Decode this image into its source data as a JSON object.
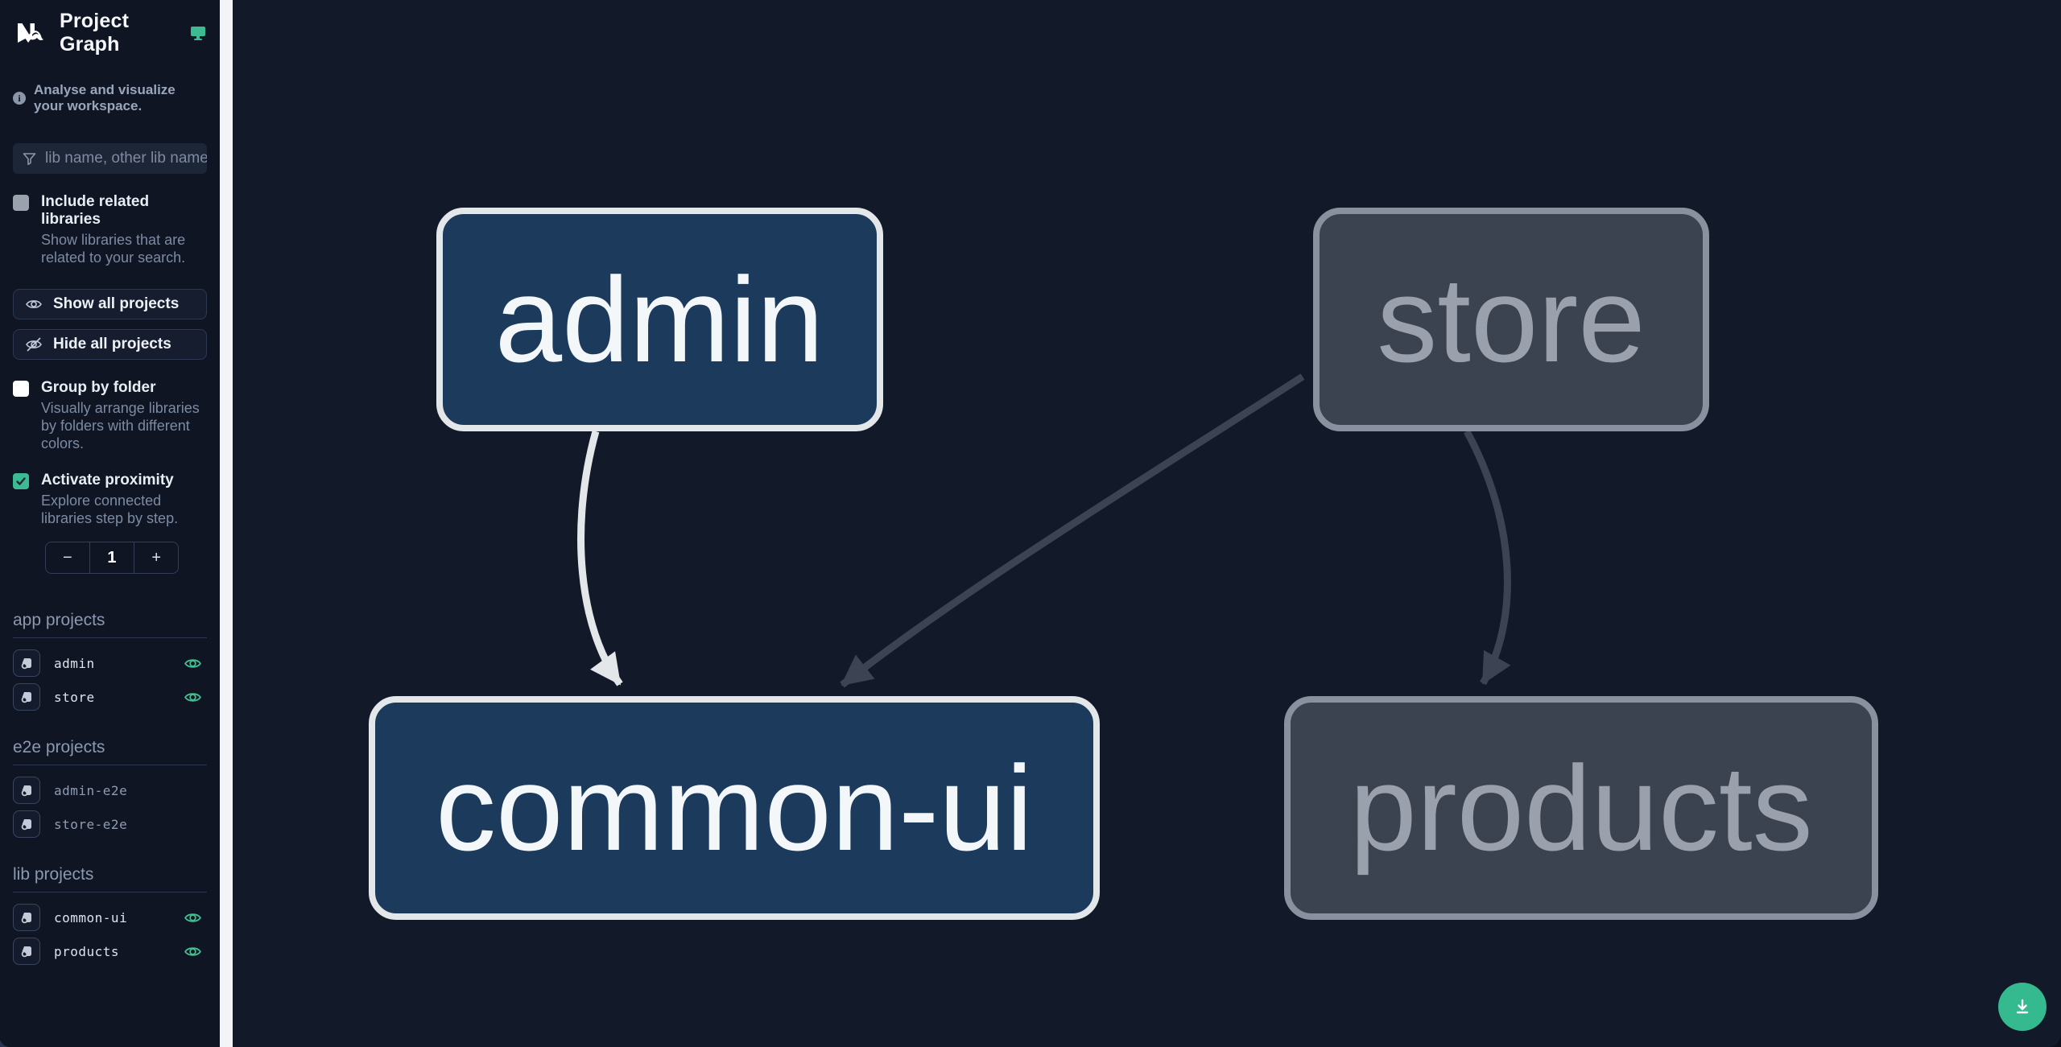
{
  "header": {
    "title": "Project Graph"
  },
  "sidebar": {
    "tagline": "Analyse and visualize your workspace.",
    "search": {
      "placeholder": "lib name, other lib name"
    },
    "options": [
      {
        "label": "Include related libraries",
        "description": "Show libraries that are related to your search.",
        "checked": false
      },
      {
        "label": "Group by folder",
        "description": "Visually arrange libraries by folders with different colors.",
        "checked": false
      },
      {
        "label": "Activate proximity",
        "description": "Explore connected libraries step by step.",
        "checked": true
      }
    ],
    "buttons": {
      "show_all": "Show all projects",
      "hide_all": "Hide all projects"
    },
    "stepper": {
      "decrement": "−",
      "value": "1",
      "increment": "+"
    },
    "sections": [
      {
        "title": "app projects",
        "items": [
          {
            "name": "admin",
            "visible": true
          },
          {
            "name": "store",
            "visible": true
          }
        ]
      },
      {
        "title": "e2e projects",
        "items": [
          {
            "name": "admin-e2e",
            "visible": false
          },
          {
            "name": "store-e2e",
            "visible": false
          }
        ]
      },
      {
        "title": "lib projects",
        "items": [
          {
            "name": "common-ui",
            "visible": true
          },
          {
            "name": "products",
            "visible": true
          }
        ]
      }
    ]
  },
  "graph": {
    "nodes": [
      {
        "id": "admin",
        "label": "admin",
        "state": "focused"
      },
      {
        "id": "store",
        "label": "store",
        "state": "muted"
      },
      {
        "id": "common-ui",
        "label": "common-ui",
        "state": "focused"
      },
      {
        "id": "products",
        "label": "products",
        "state": "muted"
      }
    ],
    "edges": [
      {
        "from": "admin",
        "to": "common-ui",
        "state": "focused"
      },
      {
        "from": "store",
        "to": "common-ui",
        "state": "muted"
      },
      {
        "from": "store",
        "to": "products",
        "state": "muted"
      }
    ]
  },
  "fab": {
    "icon": "download"
  },
  "colors": {
    "accent": "#3cba92",
    "eye": "#43c08f",
    "node_focused_bg": "#1b3a5c",
    "node_focused_border": "#e4e7ea",
    "node_muted_bg": "#3b4250",
    "node_muted_border": "#8a919e",
    "canvas_bg": "#121928",
    "sidebar_bg": "#0f1523"
  }
}
